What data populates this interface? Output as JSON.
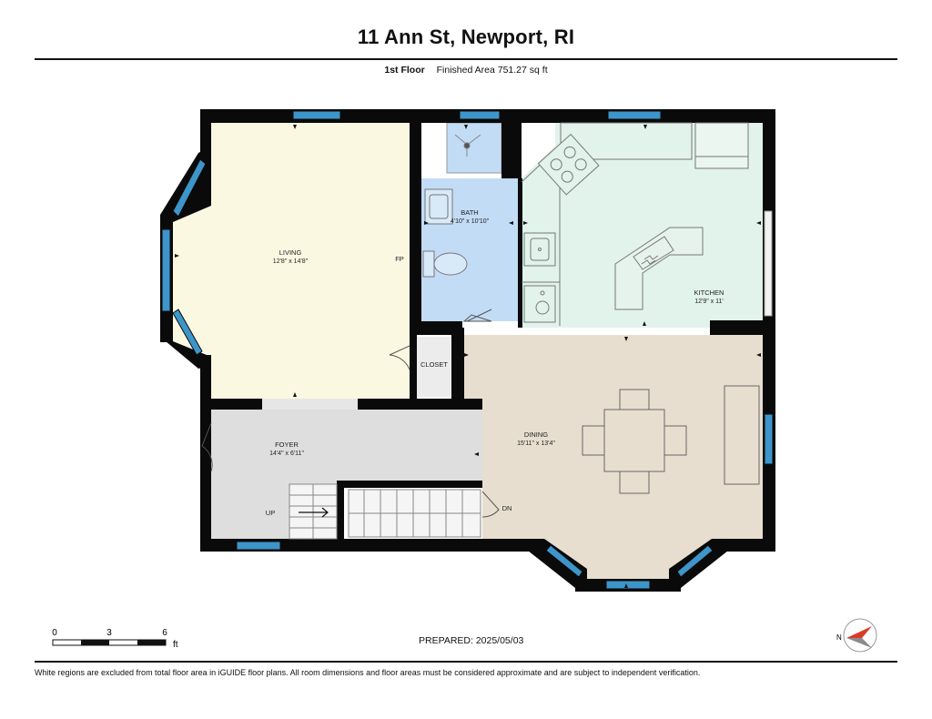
{
  "header": {
    "title": "11 Ann St, Newport, RI",
    "floor": "1st Floor",
    "area": "Finished Area 751.27 sq ft"
  },
  "rooms": {
    "living": {
      "name": "LIVING",
      "dims": "12'8\" x 14'8\""
    },
    "bath": {
      "name": "BATH",
      "dims": "4'10\" x 10'10\""
    },
    "kitchen": {
      "name": "KITCHEN",
      "dims": "12'9\" x 11'"
    },
    "closet": {
      "name": "CLOSET"
    },
    "foyer": {
      "name": "FOYER",
      "dims": "14'4\" x 6'11\""
    },
    "dining": {
      "name": "DINING",
      "dims": "15'11\" x 13'4\""
    }
  },
  "labels": {
    "up": "UP",
    "dn": "DN",
    "fp": "FP"
  },
  "scale": {
    "ticks": [
      "0",
      "3",
      "6"
    ],
    "unit": "ft"
  },
  "compass": {
    "label": "N"
  },
  "prepared": "PREPARED:  2025/05/03",
  "disclaimer": "White regions are excluded from total floor area in iGUIDE floor plans. All room dimensions and floor areas must be considered approximate and are subject to independent verification.",
  "colors": {
    "living": "#fbf8e2",
    "bath": "#c2dcf6",
    "kitchen": "#e1f3eb",
    "dining": "#e8ded0",
    "foyer": "#dedede",
    "wall": "#0a0a0a",
    "window": "#3d95c9"
  }
}
